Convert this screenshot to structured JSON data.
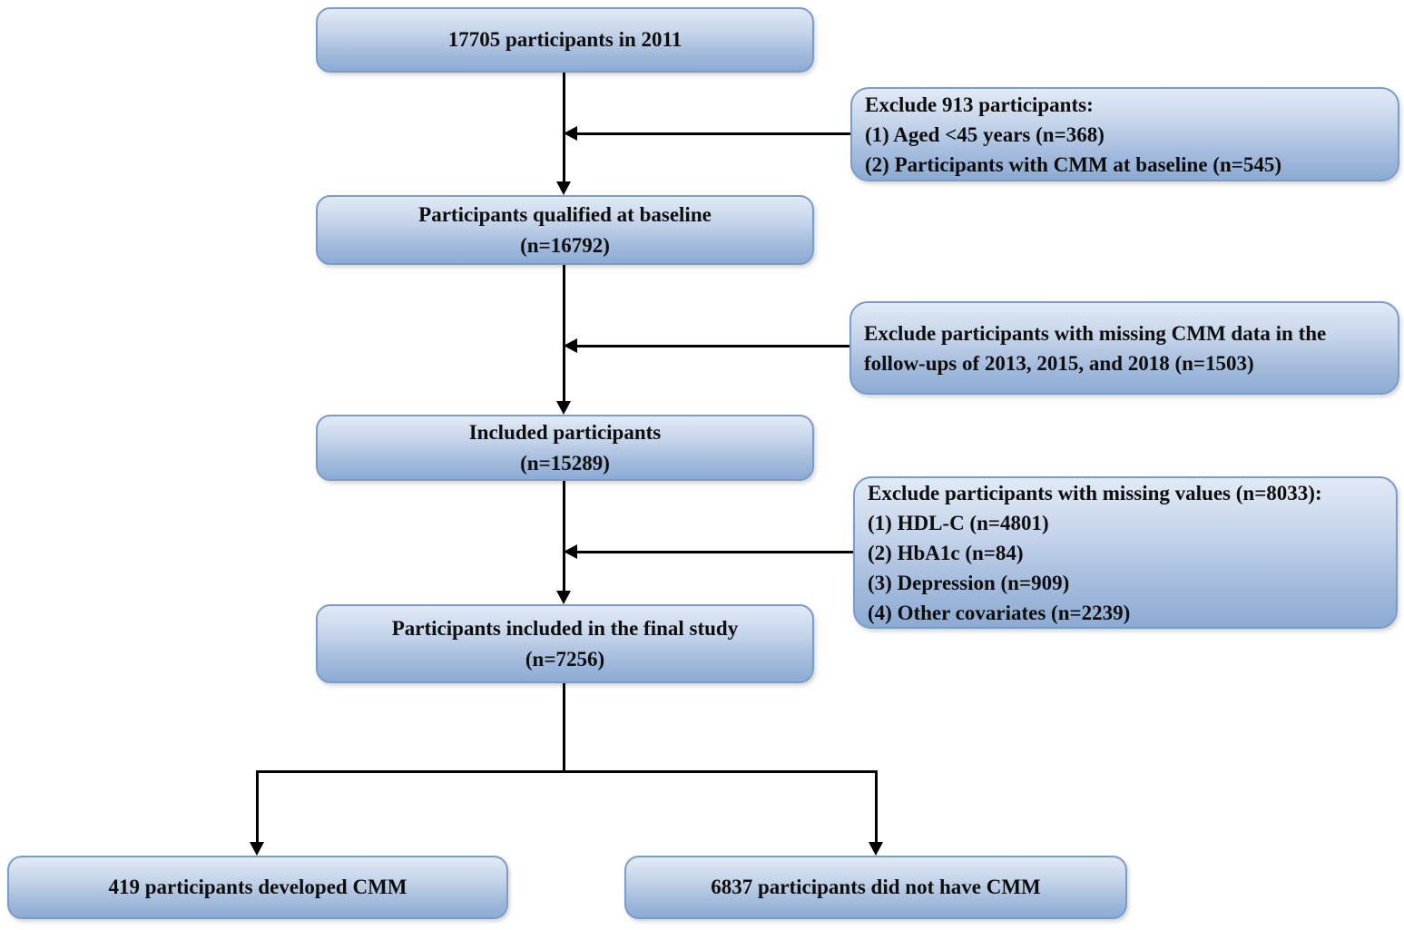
{
  "diagram": {
    "type": "participant-flow-diagram",
    "colors": {
      "box_fill_top": "#e1eaf6",
      "box_fill_bottom": "#8cabd3",
      "box_border": "#7b9cc9",
      "connector": "#000000",
      "text": "#0d0d0d"
    },
    "main_boxes": [
      {
        "id": "participants-2011",
        "lines": [
          "17705 participants in 2011"
        ]
      },
      {
        "id": "qualified-baseline",
        "lines": [
          "Participants qualified at baseline",
          "(n=16792)"
        ]
      },
      {
        "id": "included-participants",
        "lines": [
          "Included participants",
          "(n=15289)"
        ]
      },
      {
        "id": "final-study",
        "lines": [
          "Participants included in the final study",
          "(n=7256)"
        ]
      }
    ],
    "exclusion_boxes": [
      {
        "id": "exclusion-1",
        "lines": [
          "Exclude 913 participants:",
          "(1) Aged <45 years (n=368)",
          "(2) Participants with CMM at baseline (n=545)"
        ]
      },
      {
        "id": "exclusion-2",
        "lines": [
          "Exclude participants with missing CMM data in the",
          "follow-ups of 2013, 2015, and 2018 (n=1503)"
        ]
      },
      {
        "id": "exclusion-3",
        "lines": [
          "Exclude participants with missing values (n=8033):",
          "(1) HDL-C (n=4801)",
          "(2) HbA1c (n=84)",
          "(3) Depression (n=909)",
          "(4) Other covariates (n=2239)"
        ]
      }
    ],
    "outcome_boxes": [
      {
        "id": "developed-cmm",
        "lines": [
          "419 participants developed CMM"
        ]
      },
      {
        "id": "no-cmm",
        "lines": [
          "6837 participants did not have CMM"
        ]
      }
    ]
  }
}
